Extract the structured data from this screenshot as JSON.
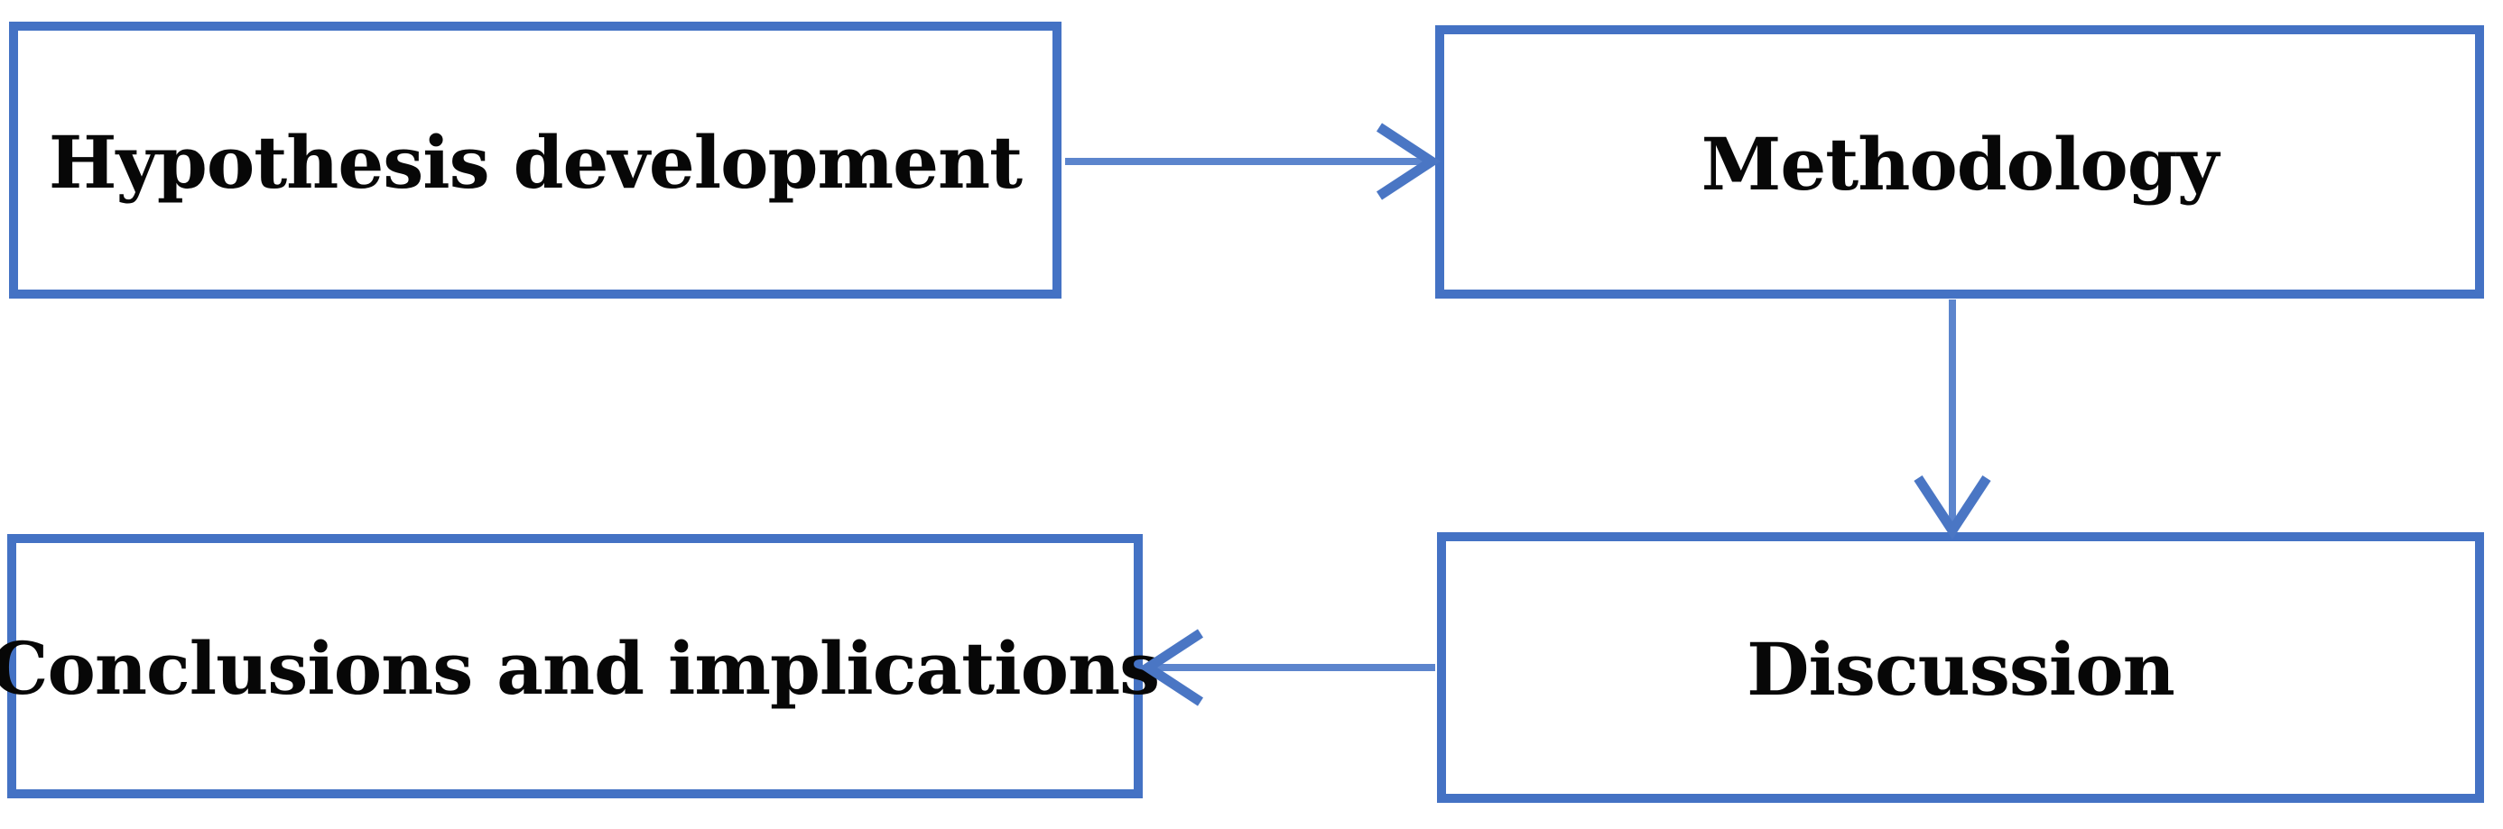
{
  "figure": {
    "type": "flowchart",
    "colors": {
      "background": "#ffffff",
      "box-border": "#4472C4",
      "connector": "#5C85CD",
      "arrowhead": "#4A76C4",
      "label-text": "#070707"
    },
    "nodes": [
      {
        "id": "hypothesis",
        "label": "Hypothesis development"
      },
      {
        "id": "methodology",
        "label": "Methodology"
      },
      {
        "id": "discussion",
        "label": "Discussion"
      },
      {
        "id": "conclusions",
        "label": "Conclusions and implications"
      }
    ],
    "edges": [
      {
        "from": "hypothesis",
        "to": "methodology",
        "direction": "right"
      },
      {
        "from": "methodology",
        "to": "discussion",
        "direction": "down"
      },
      {
        "from": "discussion",
        "to": "conclusions",
        "direction": "left"
      }
    ]
  }
}
